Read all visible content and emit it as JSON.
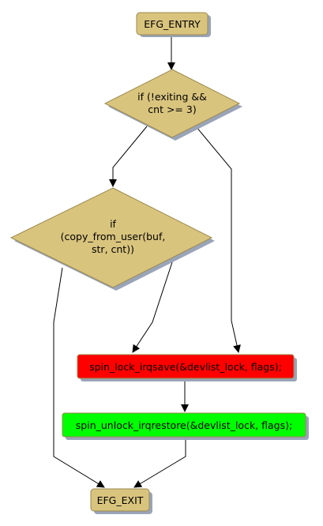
{
  "diagram": {
    "nodes": {
      "entry": {
        "lines": [
          "EFG_ENTRY"
        ],
        "fill": "#d9c47e"
      },
      "cond1": {
        "lines": [
          "if (!exiting &&",
          "cnt >= 3)"
        ],
        "fill": "#d9c47e"
      },
      "cond2": {
        "lines": [
          "if",
          "(copy_from_user(buf,",
          "str, cnt))"
        ],
        "fill": "#d9c47e"
      },
      "lock": {
        "lines": [
          "spin_lock_irqsave(&devlist_lock, flags);"
        ],
        "fill": "#ff0000"
      },
      "unlock": {
        "lines": [
          "spin_unlock_irqrestore(&devlist_lock, flags);"
        ],
        "fill": "#00ff00"
      },
      "exit": {
        "lines": [
          "EFG_EXIT"
        ],
        "fill": "#d9c47e"
      }
    },
    "colors": {
      "shadow": "#9aa4b8",
      "edge": "#000000",
      "node_border": "#9c8a4e",
      "background": "#ffffff"
    }
  }
}
